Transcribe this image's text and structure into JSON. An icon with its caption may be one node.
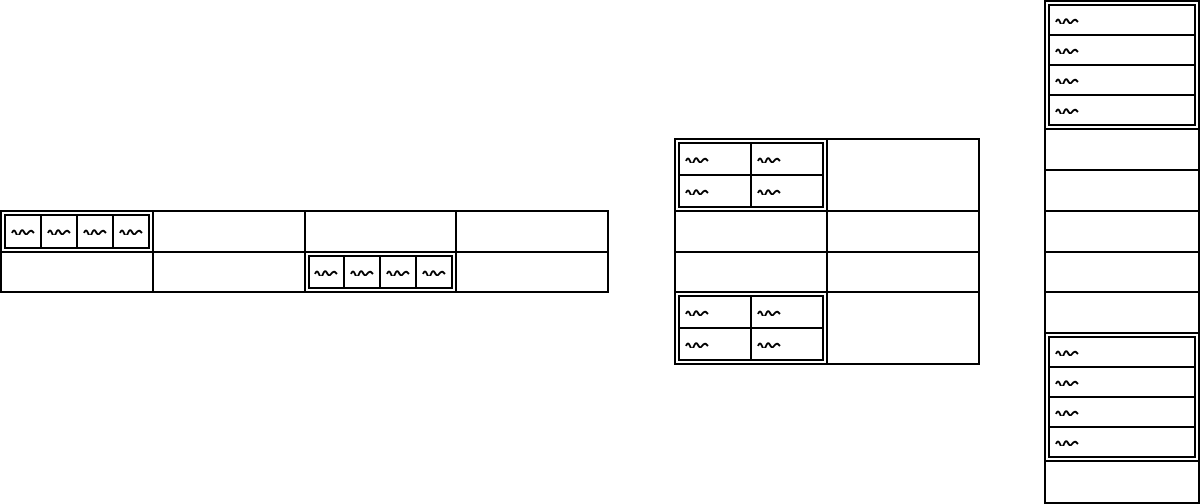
{
  "diagram": {
    "nodes": [
      {
        "text": [],
        "shape": "table"
      },
      {
        "text": [],
        "shape": "table",
        "in": 0
      },
      {
        "text": [],
        "shape": "table",
        "in": 0
      },
      {
        "text": [],
        "shape": "table"
      },
      {
        "text": [],
        "shape": "table",
        "in": 3
      },
      {
        "text": [],
        "shape": "table",
        "in": 3
      },
      {
        "text": [],
        "shape": "table"
      },
      {
        "text": [],
        "shape": "table",
        "in": 6
      },
      {
        "text": [],
        "shape": "table",
        "in": 6
      }
    ]
  }
}
